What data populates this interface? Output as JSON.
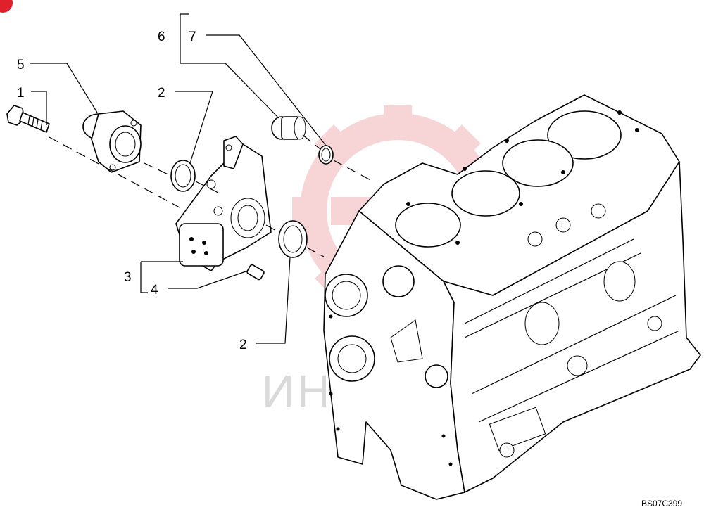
{
  "diagram": {
    "callouts": {
      "c1": "1",
      "c2a": "2",
      "c2b": "2",
      "c3": "3",
      "c4": "4",
      "c5": "5",
      "c6": "6",
      "c7": "7"
    },
    "watermark_text": "ИНТЕХ",
    "drawing_code": "BS07C399"
  },
  "colors": {
    "corner_badge": "#e0202a",
    "watermark_red": "#f2b4b8",
    "watermark_gray": "#d0d0d0"
  }
}
